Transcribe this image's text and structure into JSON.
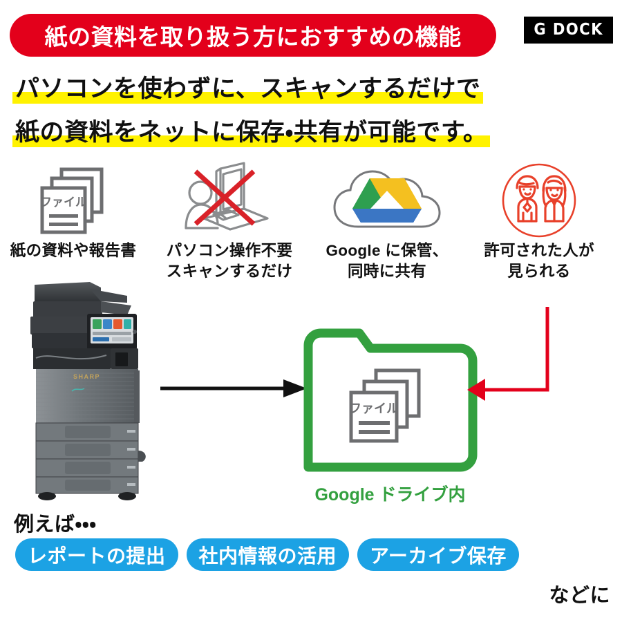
{
  "header": {
    "headline": "紙の資料を取り扱う方におすすめの機能",
    "headline_bg": "#e3001b",
    "brand_logo": "G DOCK"
  },
  "subtitle": {
    "line1": "パソコンを使わずに、スキャンするだけで",
    "line2": "紙の資料をネットに保存・共有が可能です。",
    "highlight_color": "#fff200"
  },
  "features": [
    {
      "icon": "document-stack-icon",
      "doc_label": "ファイル",
      "caption_line1": "紙の資料や報告書",
      "caption_line2": ""
    },
    {
      "icon": "pc-operation-not-needed-icon",
      "caption_line1": "パソコン操作不要",
      "caption_line2": "スキャンするだけ"
    },
    {
      "icon": "google-drive-cloud-icon",
      "caption_line1": "Google に保管、",
      "caption_line2": "同時に共有"
    },
    {
      "icon": "authorized-people-icon",
      "caption_line1": "許可された人が",
      "caption_line2": "見られる"
    }
  ],
  "flow": {
    "device": "sharp-multifunction-printer",
    "device_brand": "SHARP",
    "scan_arrow": "black-right-arrow",
    "folder": {
      "icon": "green-folder-icon",
      "doc_label": "ファイル",
      "caption": "Google ドライブ内",
      "color": "#33a03f"
    },
    "access_arrow": "red-inbound-arrow",
    "access_arrow_color": "#e3001b"
  },
  "examples": {
    "lead": "例えば・・・",
    "pills": [
      "レポートの提出",
      "社内情報の活用",
      "アーカイブ保存"
    ],
    "pill_color": "#1ca2e4",
    "trailer": "などに"
  }
}
